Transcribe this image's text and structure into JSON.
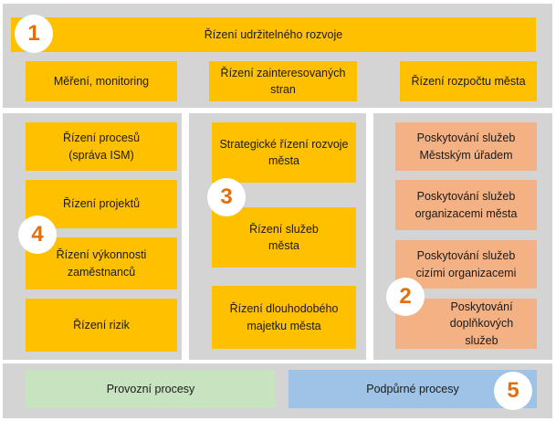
{
  "colors": {
    "panel": "#d4d4d4",
    "gold": "#ffc000",
    "salmon": "#f4b183",
    "green": "#c8e3bf",
    "blue": "#9fc3e6",
    "badge_text": "#e07010"
  },
  "top": {
    "badge": "1",
    "title": "Řízení udržitelného rozvoje",
    "items": [
      "Měření, monitoring",
      "Řízení zainteresovaných\nstran",
      "Řízení rozpočtu města"
    ]
  },
  "left": {
    "badge": "4",
    "items": [
      "Řízení procesů\n(správa ISM)",
      "Řízení projektů",
      "Řízení  výkonnosti\nzaměstnanců",
      "Řízení rizik"
    ]
  },
  "middle": {
    "badge": "3",
    "items": [
      "Strategické řízení rozvoje\nměsta",
      "Řízení služeb\nměsta",
      "Řízení dlouhodobého\nmajetku města"
    ]
  },
  "right": {
    "badge": "2",
    "items": [
      "Poskytování služeb\nMěstským úřadem",
      "Poskytování služeb\norganizacemi města",
      "Poskytování služeb\ncizími organizacemi",
      "Poskytování\ndoplňkových služeb"
    ]
  },
  "bottom": {
    "badge": "5",
    "left_label": "Provozní procesy",
    "right_label": "Podpůrné procesy"
  }
}
